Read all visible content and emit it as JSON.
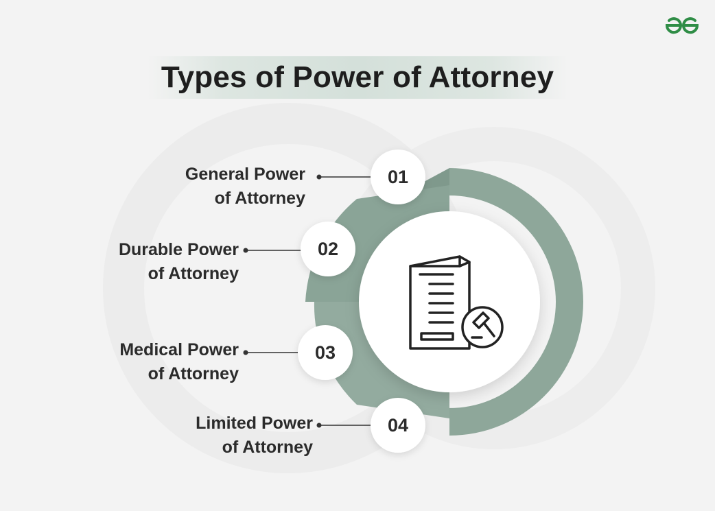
{
  "title": "Types of Power of Attorney",
  "colors": {
    "accent": "#8fa89b",
    "accent_dark": "#7e998c",
    "logo_green": "#2f8d46",
    "background": "#f3f3f3"
  },
  "icons": {
    "logo": "geeksforgeeks-logo-icon",
    "center": "legal-document-gavel-icon"
  },
  "items": [
    {
      "number": "01",
      "line1": "General Power",
      "line2": "of Attorney"
    },
    {
      "number": "02",
      "line1": "Durable Power",
      "line2": "of Attorney"
    },
    {
      "number": "03",
      "line1": "Medical Power",
      "line2": "of Attorney"
    },
    {
      "number": "04",
      "line1": "Limited Power",
      "line2": "of Attorney"
    }
  ]
}
